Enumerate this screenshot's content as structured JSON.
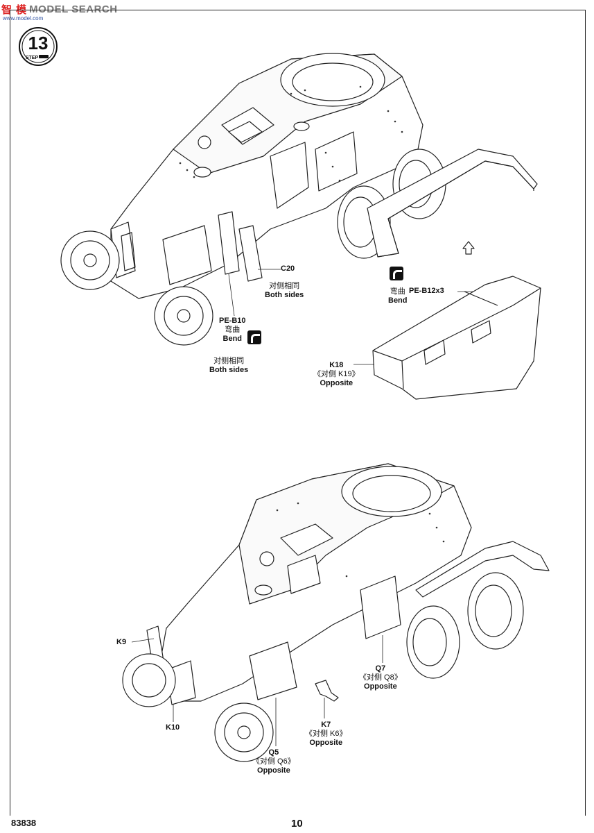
{
  "watermark": {
    "logo": "智 模",
    "text": "MODEL SEARCH",
    "sub": "www.model.com"
  },
  "step": {
    "number": "13",
    "label": "STEP"
  },
  "labels": {
    "c20": {
      "part": "C20",
      "cn": "对侧相同",
      "en": "Both sides"
    },
    "peb10": {
      "part": "PE-B10",
      "cn": "弯曲",
      "en": "Bend",
      "cn2": "对侧相同",
      "en2": "Both sides"
    },
    "peb12": {
      "part": "PE-B12x3",
      "cn": "弯曲",
      "en": "Bend"
    },
    "k18": {
      "part": "K18",
      "cn": "《对侧 K19》",
      "en": "Opposite"
    },
    "k9": {
      "part": "K9"
    },
    "k10": {
      "part": "K10"
    },
    "q7": {
      "part": "Q7",
      "cn": "《对侧 Q8》",
      "en": "Opposite"
    },
    "k7": {
      "part": "K7",
      "cn": "《对侧 K6》",
      "en": "Opposite"
    },
    "q5": {
      "part": "Q5",
      "cn": "《对侧 Q6》",
      "en": "Opposite"
    }
  },
  "footer": {
    "code": "83838",
    "page": "10"
  }
}
